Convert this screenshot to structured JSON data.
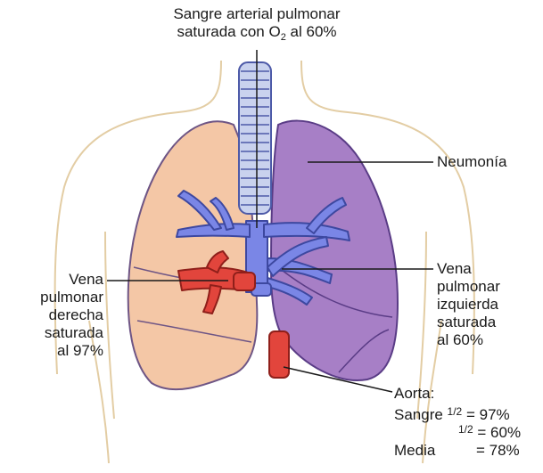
{
  "top": {
    "line1": "Sangre arterial pulmonar",
    "line2_prefix": "saturada con O",
    "line2_sub": "2",
    "line2_suffix": " al 60%"
  },
  "neumonia": "Neumonía",
  "left_vein": [
    "Vena",
    "pulmonar",
    "derecha",
    "saturada",
    "al 97%"
  ],
  "right_vein": [
    "Vena",
    "pulmonar",
    "izquierda",
    "saturada",
    "al 60%"
  ],
  "aorta": {
    "title": "Aorta:",
    "row1_label": "Sangre ",
    "row1_frac": "1/2",
    "row1_value": " = 97%",
    "row2_frac": "1/2",
    "row2_value": " = 60%",
    "row3_label": "Media",
    "row3_value": "= 78%"
  },
  "colors": {
    "right_lung": "#f4c7a6",
    "left_lung": "#a77fc6",
    "vessels": "#7a86e6",
    "red_vessel": "#e2453c",
    "trachea": "#c9d2ee"
  }
}
